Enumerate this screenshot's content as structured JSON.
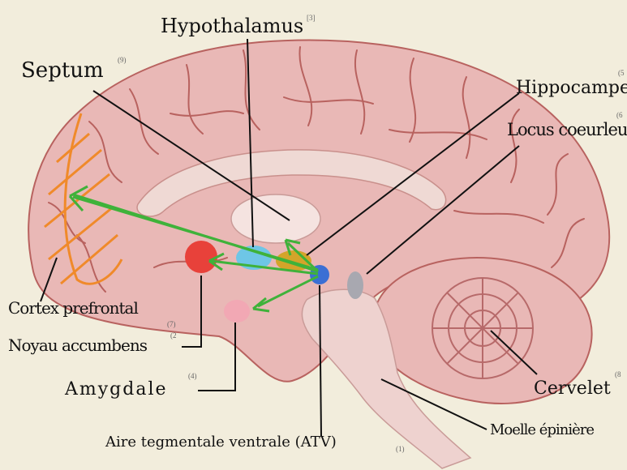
{
  "colors": {
    "background": "#f2eddc",
    "brain_tissue": "#e9b8b6",
    "gyri_lines": "#b8625f",
    "prefrontal_hatch": "#f08a2a",
    "pathway_arrows": "#3fb23a",
    "leader_lines": "#111111",
    "noyau_accumbens": "#e8413a",
    "hypothalamus": "#6ec6e6",
    "hippocampe": "#d4a42a",
    "atv": "#3b6fd4",
    "locus_coeruleus": "#a8a8b0",
    "amygdale": "#f2a8b4"
  },
  "labels": {
    "hypothalamus": {
      "text": "Hypothalamus",
      "ref": "[3]"
    },
    "septum": {
      "text": "Septum",
      "ref": "(9)"
    },
    "hippocampe": {
      "text": "Hippocampe",
      "ref": "(5"
    },
    "locus": {
      "text": "Locus coeurleus",
      "ref": "(6"
    },
    "cortex": {
      "text": "Cortex prefrontal",
      "ref": "(7)"
    },
    "noyau": {
      "text": "Noyau accumbens",
      "ref": "(2"
    },
    "amygdale": {
      "text": "Amygdale",
      "ref": "(4)"
    },
    "cervelet": {
      "text": "Cervelet",
      "ref": "(8"
    },
    "moelle": {
      "text": "Moelle épinière"
    },
    "atv": {
      "text": "Aire tegmentale ventrale (ATV)",
      "ref": "(1)"
    }
  }
}
